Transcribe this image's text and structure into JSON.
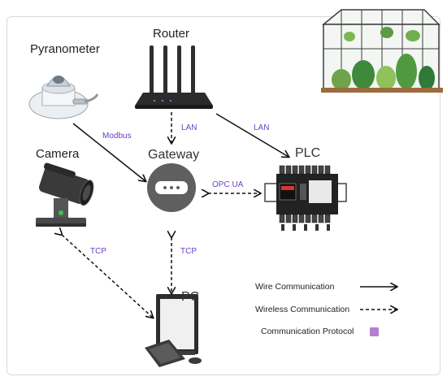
{
  "devices": {
    "router": "Router",
    "pyranometer": "Pyranometer",
    "camera": "Camera",
    "gateway": "Gateway",
    "plc": "PLC",
    "pc": "PC"
  },
  "links": {
    "pyranometer_gateway": "Modbus",
    "router_gateway": "LAN",
    "router_plc": "LAN",
    "gateway_plc": "OPC UA",
    "camera_pc": "TCP",
    "gateway_pc": "TCP"
  },
  "legend": {
    "wire": "Wire Communication",
    "wireless": "Wireless Communication",
    "protocol": "Communication Protocol"
  },
  "colors": {
    "protocol": "#6a3fc4",
    "legend_swatch": "#b47fd0",
    "gateway": "#5f5f5f"
  }
}
